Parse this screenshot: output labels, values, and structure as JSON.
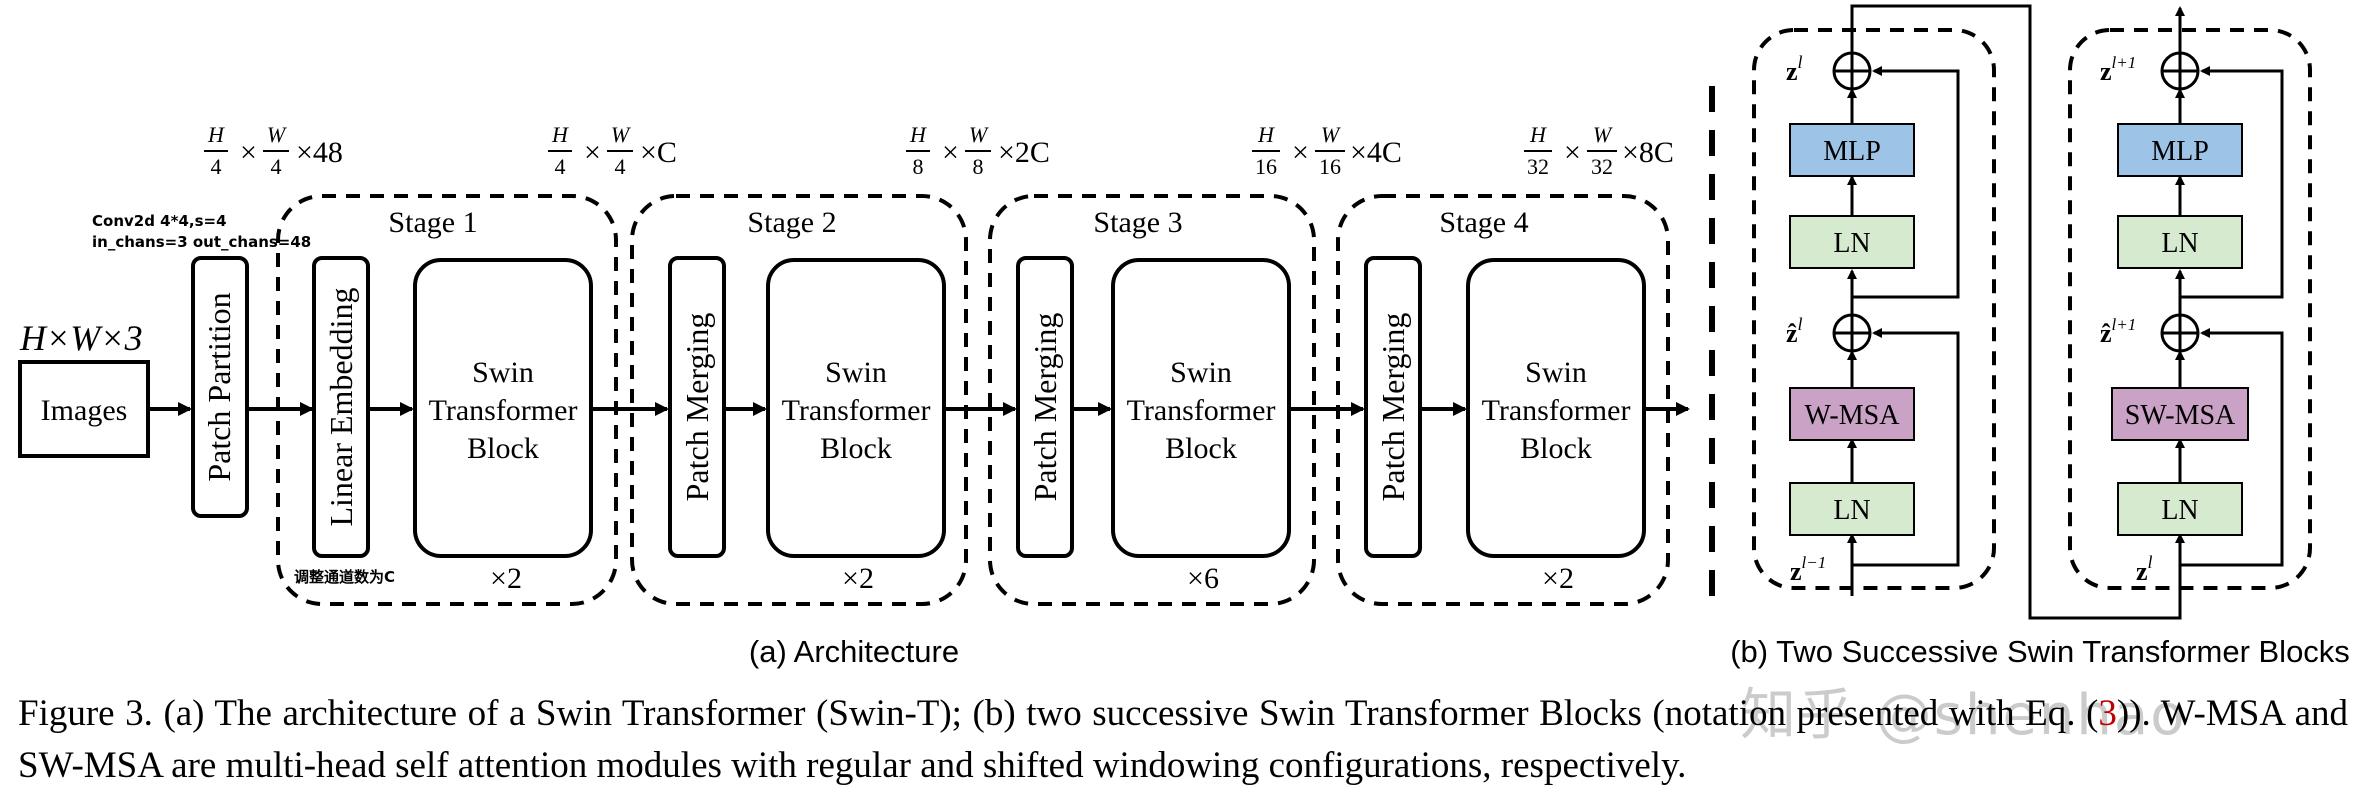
{
  "architecture": {
    "input_label": "H×W×3",
    "images_label": "Images",
    "patch_partition": "Patch Partition",
    "linear_embedding": "Linear Embedding",
    "patch_merging": "Patch Merging",
    "swin_block_lines": [
      "Swin",
      "Transformer",
      "Block"
    ],
    "conv_note_line1": "Conv2d 4*4,s=4",
    "conv_note_line2": "in_chans=3 out_chans=48",
    "channel_note": "调整通道数为C",
    "stages": [
      {
        "name": "Stage 1",
        "repeat": "×2"
      },
      {
        "name": "Stage 2",
        "repeat": "×2"
      },
      {
        "name": "Stage 3",
        "repeat": "×6"
      },
      {
        "name": "Stage 4",
        "repeat": "×2"
      }
    ],
    "dims": [
      {
        "num": "H",
        "den": "4",
        "num2": "W",
        "den2": "4",
        "suffix": "×48"
      },
      {
        "num": "H",
        "den": "4",
        "num2": "W",
        "den2": "4",
        "suffix": "×C"
      },
      {
        "num": "H",
        "den": "8",
        "num2": "W",
        "den2": "8",
        "suffix": "×2C"
      },
      {
        "num": "H",
        "den": "16",
        "num2": "W",
        "den2": "16",
        "suffix": "×4C"
      },
      {
        "num": "H",
        "den": "32",
        "num2": "W",
        "den2": "32",
        "suffix": "×8C"
      }
    ],
    "subcaption": "(a) Architecture"
  },
  "blocks": {
    "left": {
      "out": "z",
      "out_sup": "l",
      "mid": "ẑ",
      "mid_sup": "l",
      "in": "z",
      "in_sup": "l−1",
      "mlp": "MLP",
      "ln_top": "LN",
      "attn": "W-MSA",
      "ln_bottom": "LN"
    },
    "right": {
      "out": "z",
      "out_sup": "l+1",
      "mid": "ẑ",
      "mid_sup": "l+1",
      "in": "z",
      "in_sup": "l",
      "mlp": "MLP",
      "ln_top": "LN",
      "attn": "SW-MSA",
      "ln_bottom": "LN"
    },
    "subcaption": "(b) Two Successive Swin Transformer Blocks"
  },
  "colors": {
    "mlp": "#9dc3e6",
    "ln": "#d6ead0",
    "attn": "#c9a2c6"
  },
  "caption": {
    "part1": "Figure 3. (a) The architecture of a Swin Transformer (Swin-T); (b) two successive Swin Transformer Blocks (notation presented with Eq. (",
    "ref": "3",
    "part2": ")). W-MSA and SW-MSA are multi-head self attention modules with regular and shifted windowing configurations, respectively."
  },
  "watermark": "知乎 @shenhao"
}
